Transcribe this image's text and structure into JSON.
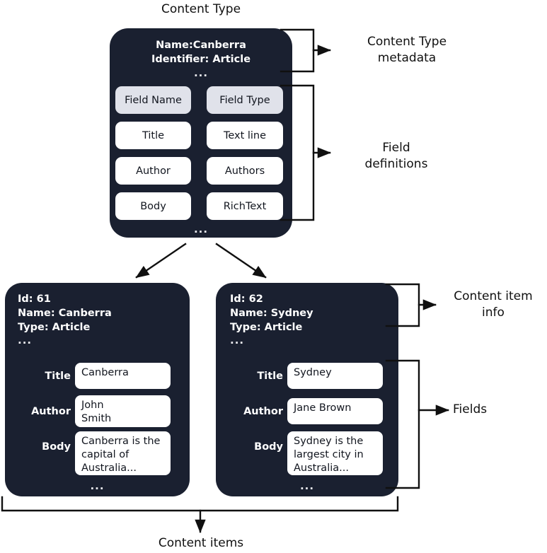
{
  "diagram": {
    "title": "Content Type",
    "bottom_caption": "Content items",
    "ellipsis": "..."
  },
  "content_type": {
    "name_line": "Name:Canberra",
    "identifier_line": "Identifier: Article",
    "ellipsis_top": "...",
    "ellipsis_bottom": "...",
    "table": {
      "headers": [
        "Field Name",
        "Field Type"
      ],
      "rows": [
        {
          "field_name": "Title",
          "field_type": "Text line"
        },
        {
          "field_name": "Author",
          "field_type": "Authors"
        },
        {
          "field_name": "Body",
          "field_type": "RichText"
        }
      ]
    }
  },
  "annotations": {
    "content_type_metadata": "Content Type\nmetadata",
    "field_definitions": "Field\ndefinitions",
    "content_item_info": "Content item\ninfo",
    "fields": "Fields"
  },
  "content_items": [
    {
      "id_line": "Id: 61",
      "name_line": "Name: Canberra",
      "type_line": "Type: Article",
      "ellipsis_top": "...",
      "ellipsis_bottom": "...",
      "fields": [
        {
          "label": "Title",
          "value": "Canberra"
        },
        {
          "label": "Author",
          "value": "John\nSmith"
        },
        {
          "label": "Body",
          "value": "Canberra is the\ncapital of\nAustralia..."
        }
      ]
    },
    {
      "id_line": "Id: 62",
      "name_line": "Name: Sydney",
      "type_line": "Type: Article",
      "ellipsis_top": "...",
      "ellipsis_bottom": "...",
      "fields": [
        {
          "label": "Title",
          "value": "Sydney"
        },
        {
          "label": "Author",
          "value": "Jane Brown"
        },
        {
          "label": "Body",
          "value": "Sydney is the\nlargest city in\nAustralia..."
        }
      ]
    }
  ],
  "colors": {
    "card_background": "#1a2030",
    "page_background": "#ffffff",
    "header_pill": "#e0e2ea",
    "value_pill": "#ffffff",
    "line": "#101010",
    "text_on_dark": "#ffffff"
  }
}
